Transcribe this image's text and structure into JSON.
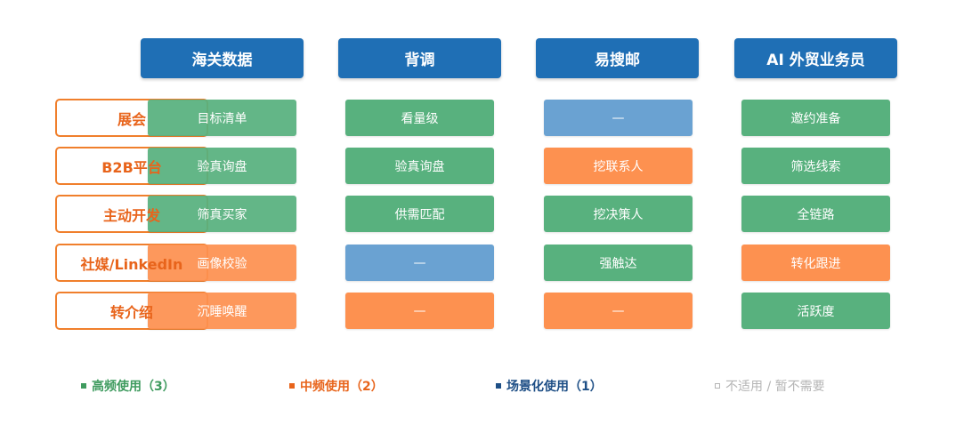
{
  "columns": [
    "海关数据",
    "背调",
    "易搜邮",
    "AI 外贸业务员"
  ],
  "rows": [
    {
      "label": "展会",
      "cells": [
        {
          "text": "目标清单",
          "level": "high"
        },
        {
          "text": "看量级",
          "level": "high"
        },
        {
          "text": "—",
          "level": "scen"
        },
        {
          "text": "邀约准备",
          "level": "high"
        }
      ]
    },
    {
      "label": "B2B平台",
      "cells": [
        {
          "text": "验真询盘",
          "level": "high"
        },
        {
          "text": "验真询盘",
          "level": "high"
        },
        {
          "text": "挖联系人",
          "level": "mid"
        },
        {
          "text": "筛选线索",
          "level": "high"
        }
      ]
    },
    {
      "label": "主动开发",
      "cells": [
        {
          "text": "筛真买家",
          "level": "high"
        },
        {
          "text": "供需匹配",
          "level": "high"
        },
        {
          "text": "挖决策人",
          "level": "high"
        },
        {
          "text": "全链路",
          "level": "high"
        }
      ]
    },
    {
      "label": "社媒/LinkedIn",
      "cells": [
        {
          "text": "画像校验",
          "level": "mid"
        },
        {
          "text": "—",
          "level": "scen"
        },
        {
          "text": "强触达",
          "level": "high"
        },
        {
          "text": "转化跟进",
          "level": "mid"
        }
      ]
    },
    {
      "label": "转介绍",
      "cells": [
        {
          "text": "沉睡唤醒",
          "level": "mid"
        },
        {
          "text": "—",
          "level": "mid"
        },
        {
          "text": "—",
          "level": "mid"
        },
        {
          "text": "活跃度",
          "level": "high"
        }
      ]
    }
  ],
  "legend": [
    {
      "text": "高频使用（3）",
      "color": "#3f9b5f"
    },
    {
      "text": "中频使用（2）",
      "color": "#e8641b"
    },
    {
      "text": "场景化使用（1）",
      "color": "#1e4f86"
    },
    {
      "text": "不适用 / 暂不需要",
      "color": "#b5b5b5"
    }
  ]
}
